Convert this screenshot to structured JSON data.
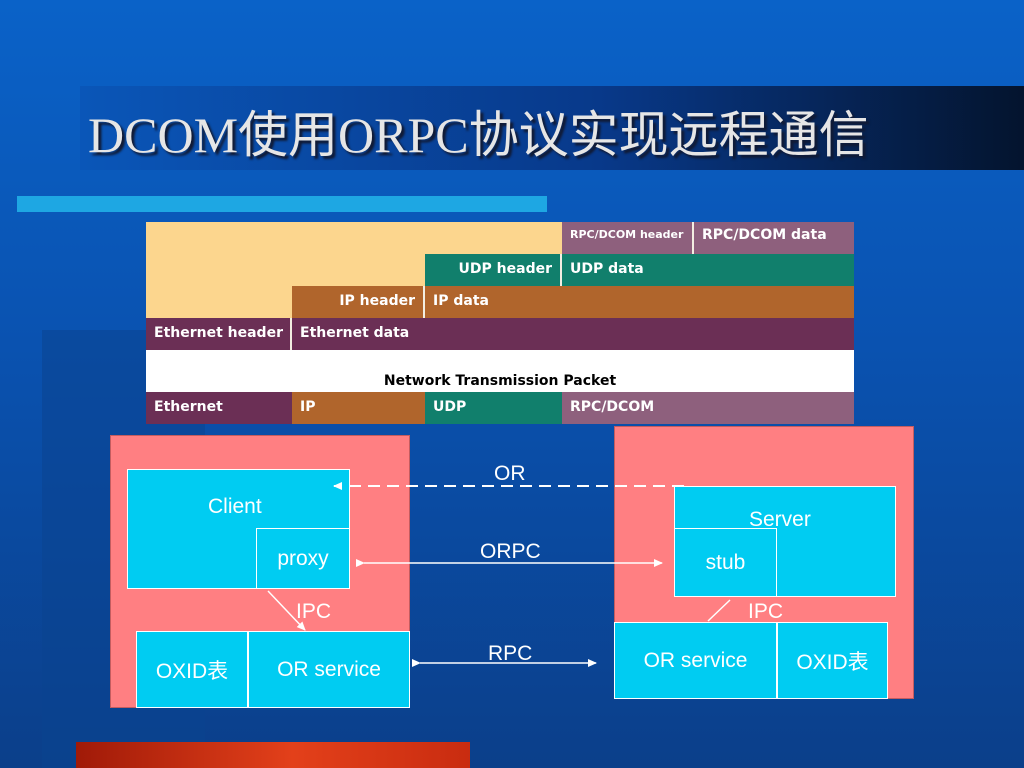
{
  "slide": {
    "title": "DCOM使用ORPC协议实现远程通信"
  },
  "packet": {
    "rpc_dcom_header": "RPC/DCOM header",
    "rpc_dcom_data": "RPC/DCOM data",
    "udp_header": "UDP header",
    "udp_data": "UDP data",
    "ip_header": "IP header",
    "ip_data": "IP data",
    "ethernet_header": "Ethernet header",
    "ethernet_data": "Ethernet data",
    "network_packet": "Network Transmission Packet",
    "bottom": {
      "ethernet": "Ethernet",
      "ip": "IP",
      "udp": "UDP",
      "rpc_dcom": "RPC/DCOM"
    }
  },
  "client_side": {
    "client": "Client",
    "proxy": "proxy",
    "ipc": "IPC",
    "oxid_table": "OXID表",
    "or_service": "OR service"
  },
  "server_side": {
    "server": "Server",
    "stub": "stub",
    "ipc": "IPC",
    "or_service": "OR service",
    "oxid_table": "OXID表"
  },
  "links": {
    "or": "OR",
    "orpc": "ORPC",
    "rpc": "RPC"
  }
}
